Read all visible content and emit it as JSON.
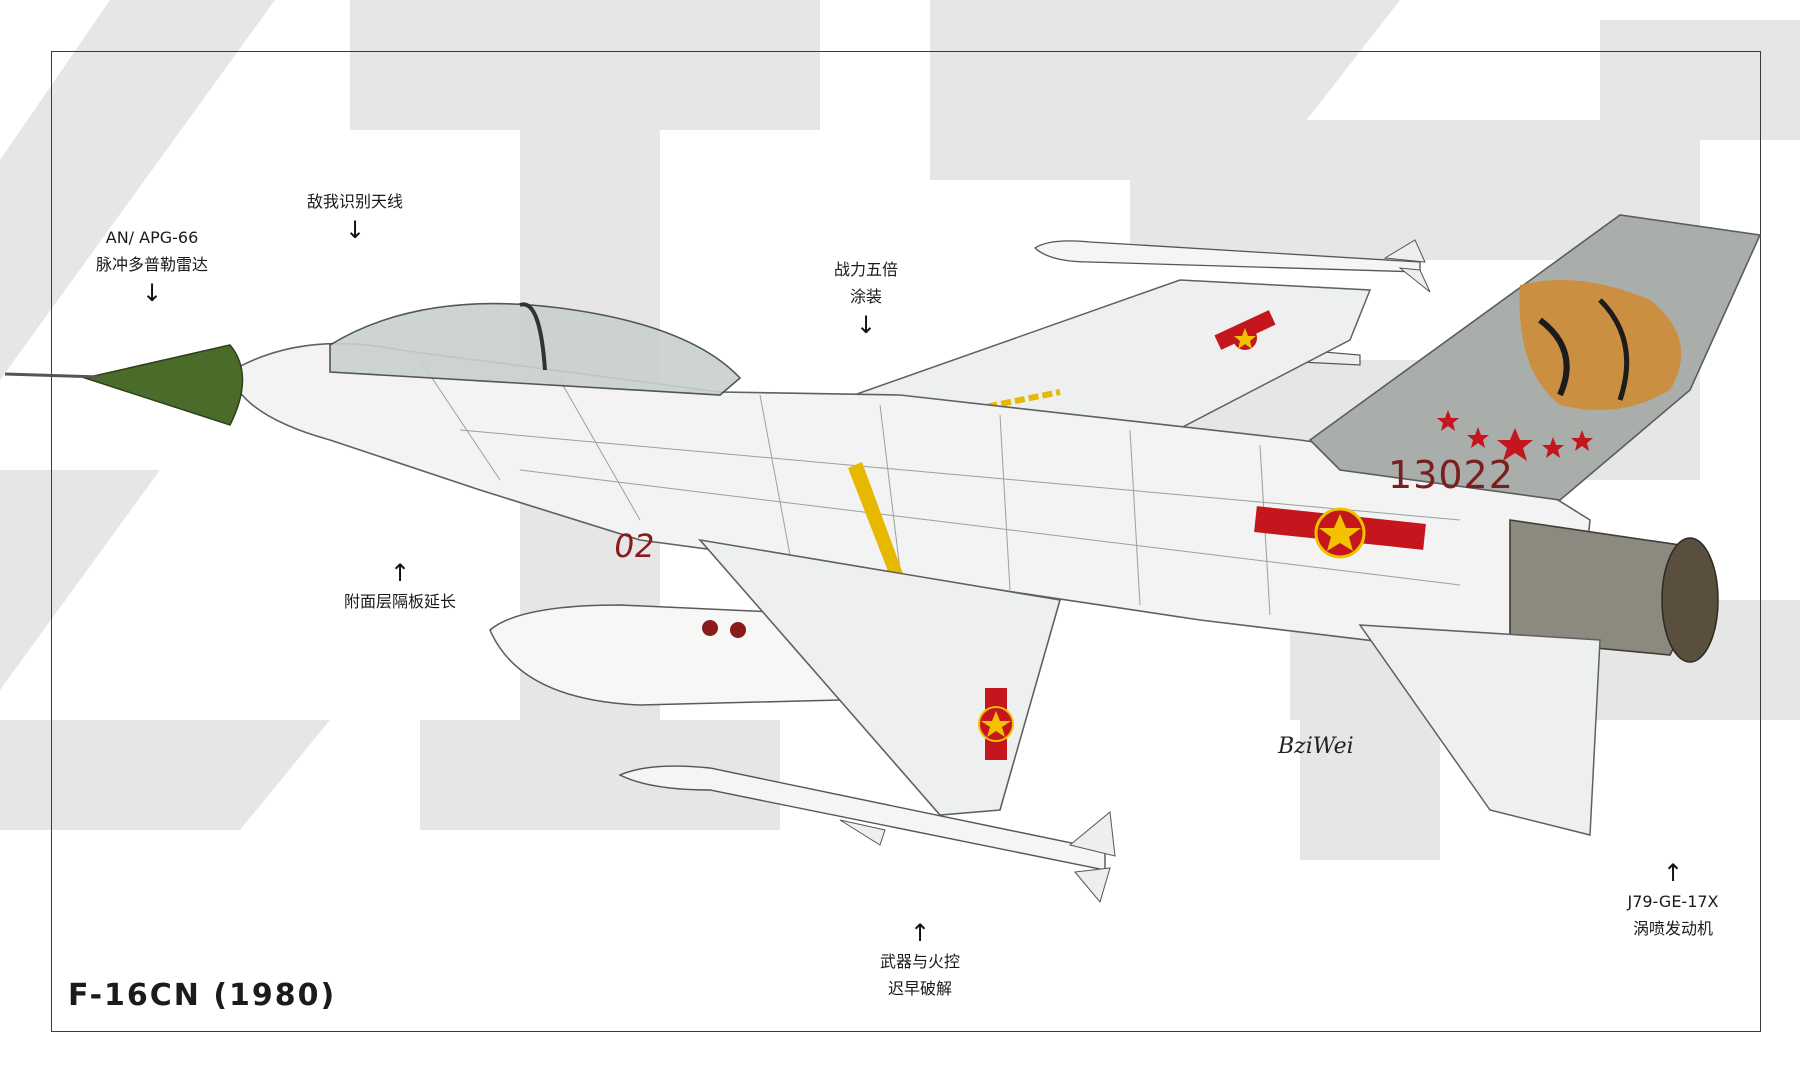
{
  "title": "F-16CN (1980)",
  "signature": "BziWei",
  "markings": {
    "tail_number": "13022",
    "nose_number": "02"
  },
  "callouts": [
    {
      "id": "radar",
      "lines": [
        "AN/ APG-66",
        "脉冲多普勒雷达"
      ],
      "arrow": "down"
    },
    {
      "id": "iff",
      "lines": [
        "敌我识别天线"
      ],
      "arrow": "down"
    },
    {
      "id": "paint",
      "lines": [
        "战力五倍",
        "涂装"
      ],
      "arrow": "down"
    },
    {
      "id": "strake",
      "lines": [
        "附面层隔板延长"
      ],
      "arrow": "up"
    },
    {
      "id": "weapons",
      "lines": [
        "武器与火控",
        "迟早破解"
      ],
      "arrow": "up"
    },
    {
      "id": "engine",
      "lines": [
        "J79-GE-17X",
        "涡喷发动机"
      ],
      "arrow": "up"
    }
  ],
  "colors": {
    "background_glyph": "#e6e6e6",
    "fuselage": "#f2f3f2",
    "panel_line": "#9aa0a0",
    "radome": "#4a6b2a",
    "insignia_red": "#c4161c",
    "insignia_yellow": "#f2c200",
    "stripe_yellow": "#e6b800",
    "tail_gray": "#a9aeaa",
    "nozzle": "#8c8a7e"
  },
  "icons": {
    "arrow_down": "↓",
    "arrow_up": "↑"
  }
}
